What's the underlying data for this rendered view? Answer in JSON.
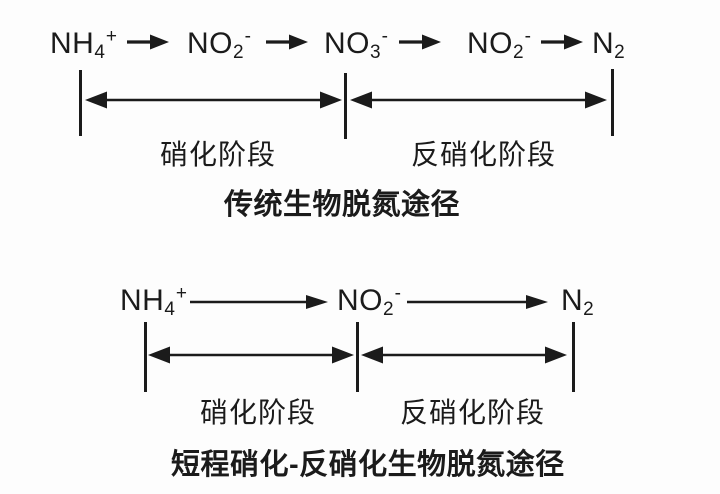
{
  "colors": {
    "ink": "#1b1b1b",
    "background": "#fdfdfd"
  },
  "diagrams": [
    {
      "title": "传统生物脱氮途径",
      "species": [
        {
          "pre": "NH",
          "sub": "4",
          "sup": "+"
        },
        {
          "pre": "NO",
          "sub": "2",
          "sup": "-"
        },
        {
          "pre": "NO",
          "sub": "3",
          "sup": "-"
        },
        {
          "pre": "NO",
          "sub": "2",
          "sup": "-"
        },
        {
          "pre": "N",
          "sub": "2",
          "sup": ""
        }
      ],
      "stages": [
        {
          "label": "硝化阶段"
        },
        {
          "label": "反硝化阶段"
        }
      ]
    },
    {
      "title": "短程硝化-反硝化生物脱氮途径",
      "species": [
        {
          "pre": "NH",
          "sub": "4",
          "sup": "+"
        },
        {
          "pre": "NO",
          "sub": "2",
          "sup": "-"
        },
        {
          "pre": "N",
          "sub": "2",
          "sup": ""
        }
      ],
      "stages": [
        {
          "label": "硝化阶段"
        },
        {
          "label": "反硝化阶段"
        }
      ]
    }
  ]
}
